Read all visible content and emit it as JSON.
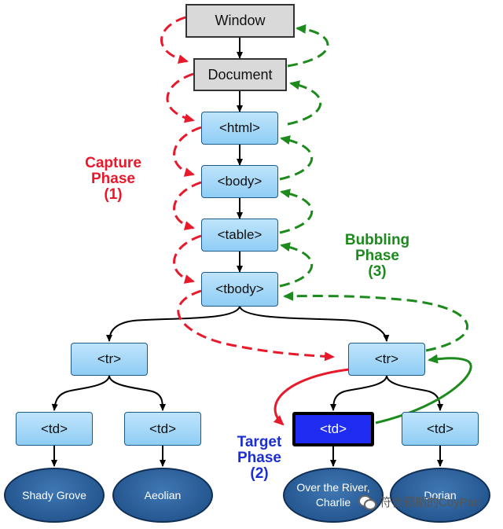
{
  "nodes": {
    "window": "Window",
    "document": "Document",
    "html": "<html>",
    "body": "<body>",
    "table": "<table>",
    "tbody": "<tbody>",
    "tr_left": "<tr>",
    "tr_right": "<tr>",
    "td_1": "<td>",
    "td_2": "<td>",
    "td_target": "<td>",
    "td_4": "<td>"
  },
  "leaves": {
    "leaf_1": "Shady Grove",
    "leaf_2": "Aeolian",
    "leaf_3": "Over the River, Charlie",
    "leaf_4": "Dorian"
  },
  "phases": {
    "capture": {
      "line1": "Capture",
      "line2": "Phase",
      "line3": "(1)"
    },
    "target": {
      "line1": "Target",
      "line2": "Phase",
      "line3": "(2)"
    },
    "bubbling": {
      "line1": "Bubbling",
      "line2": "Phase",
      "line3": "(3)"
    }
  },
  "watermark": {
    "text": "符合预期的CoyPan",
    "icon": "wechat-icon"
  },
  "colors": {
    "capture": "#e8192b",
    "bubbling": "#1d8a1d",
    "target_node": "#1f2cf2",
    "tree_edge": "#000000"
  }
}
